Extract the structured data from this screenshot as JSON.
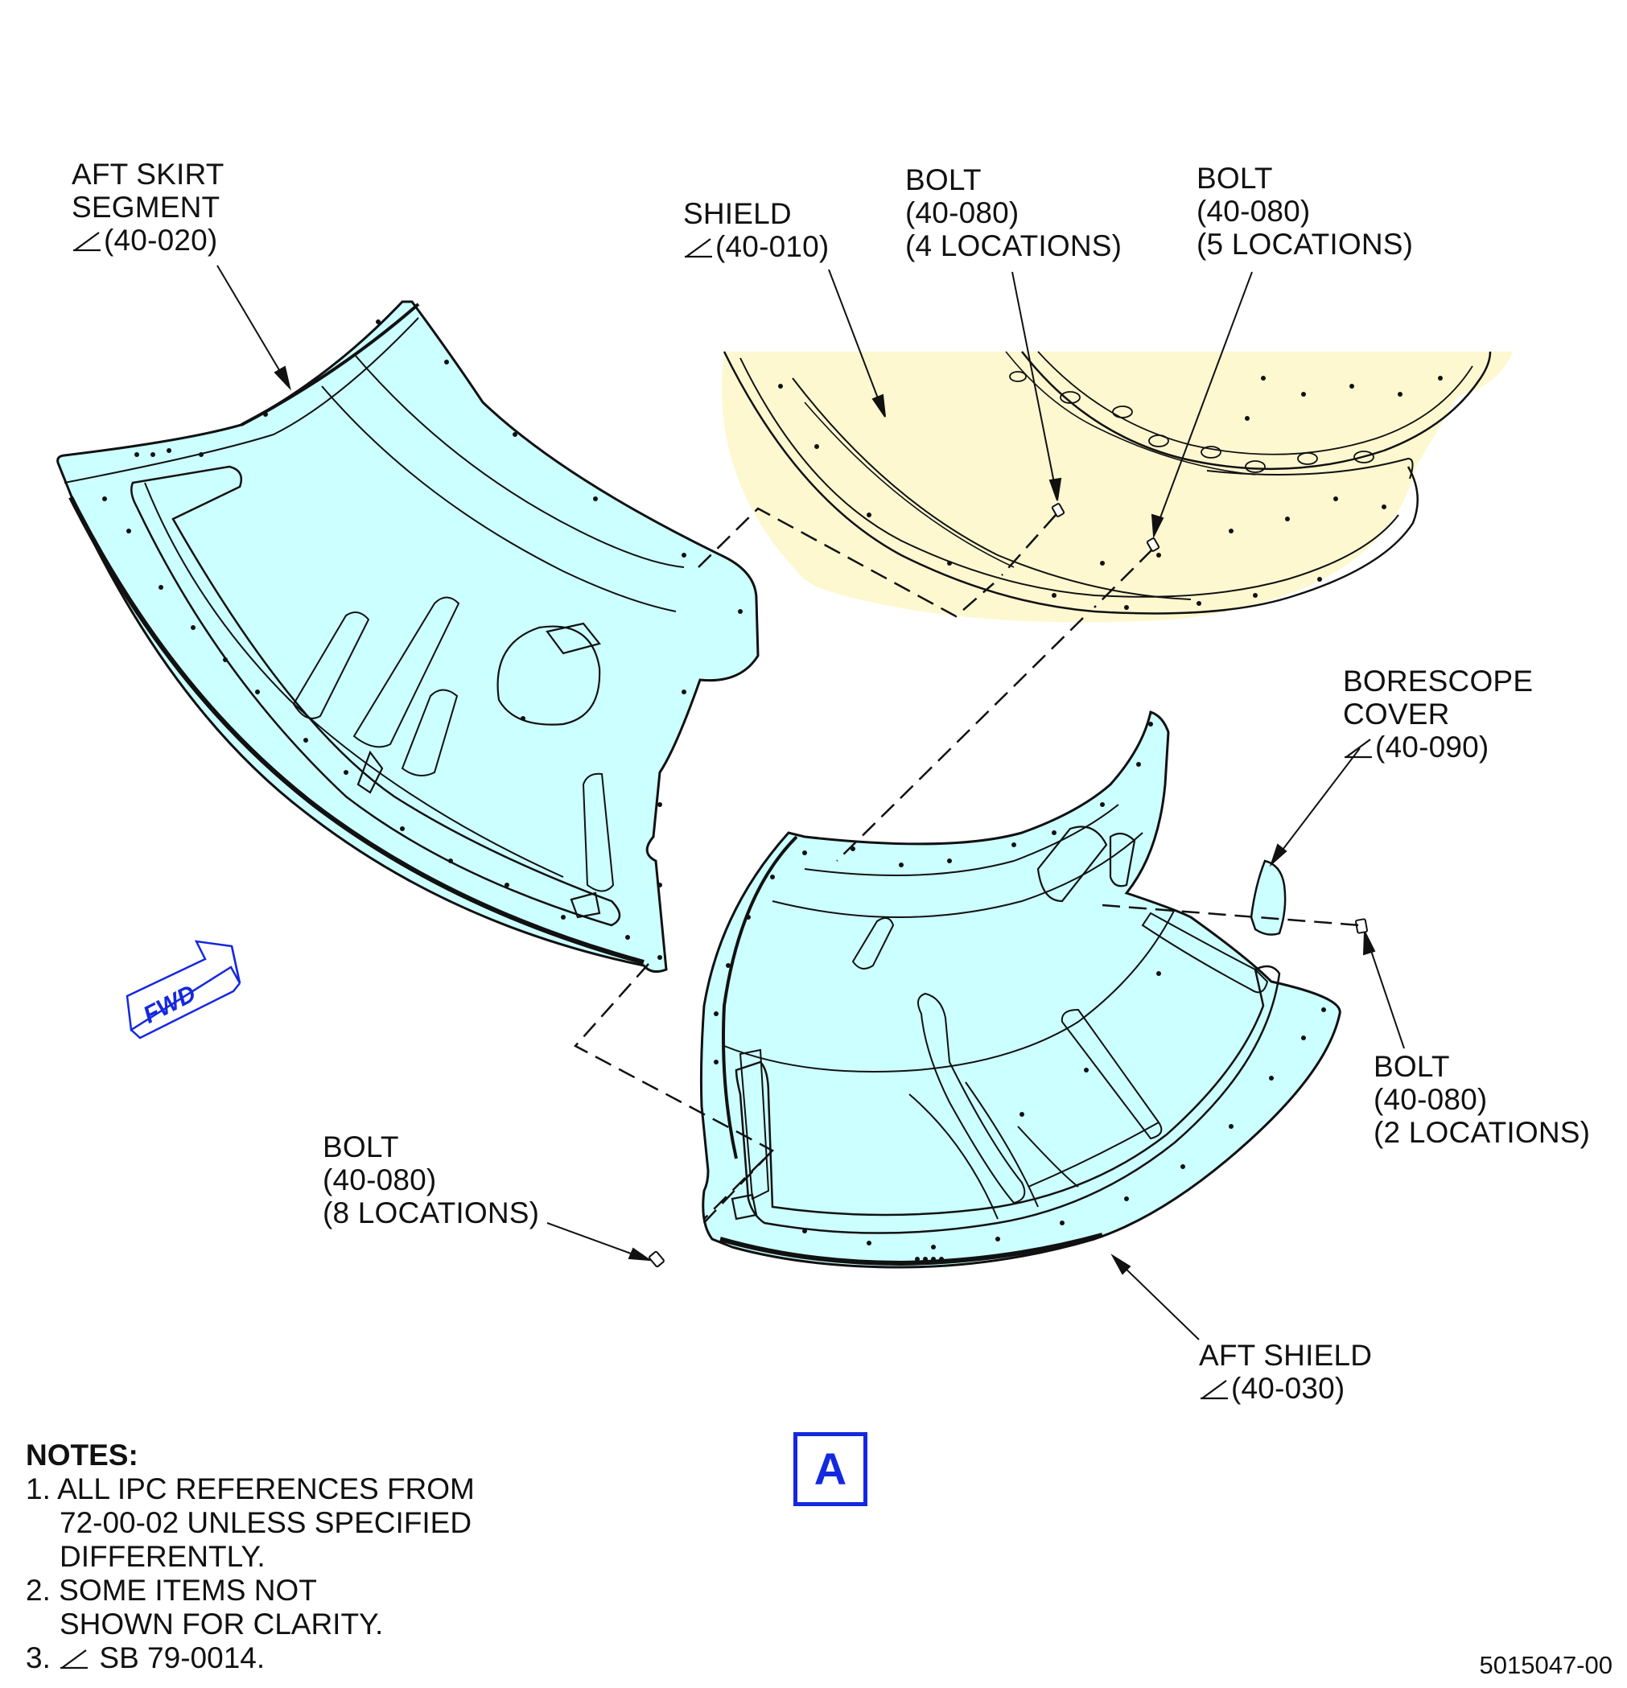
{
  "callouts": {
    "aft_skirt": {
      "lines": [
        "AFT SKIRT",
        "SEGMENT",
        "(40-020)"
      ]
    },
    "shield": {
      "lines": [
        "SHIELD",
        "(40-010)"
      ]
    },
    "bolt_4": {
      "lines": [
        "BOLT",
        "(40-080)",
        "(4 LOCATIONS)"
      ]
    },
    "bolt_5": {
      "lines": [
        "BOLT",
        "(40-080)",
        "(5 LOCATIONS)"
      ]
    },
    "borescope": {
      "lines": [
        "BORESCOPE",
        "COVER",
        "(40-090)"
      ]
    },
    "bolt_2": {
      "lines": [
        "BOLT",
        "(40-080)",
        "(2 LOCATIONS)"
      ]
    },
    "bolt_8": {
      "lines": [
        "BOLT",
        "(40-080)",
        "(8 LOCATIONS)"
      ]
    },
    "aft_shield": {
      "lines": [
        "AFT SHIELD",
        "(40-030)"
      ]
    }
  },
  "fwd_arrow": {
    "label": "FWD",
    "color": "#1428e0"
  },
  "view": {
    "letter": "A",
    "color": "#1428e0"
  },
  "notes": {
    "title": "NOTES:",
    "items": [
      [
        "1. ALL IPC REFERENCES FROM",
        "72-00-02 UNLESS SPECIFIED",
        "DIFFERENTLY."
      ],
      [
        "2. SOME ITEMS NOT",
        "SHOWN FOR CLARITY."
      ],
      [
        "3.",
        "SB 79-0014."
      ]
    ]
  },
  "drawing_number": "5015047-00",
  "colors": {
    "part_fill": "#ccffff",
    "shield_fill": "#fdf8d0",
    "outline": "#111111"
  }
}
